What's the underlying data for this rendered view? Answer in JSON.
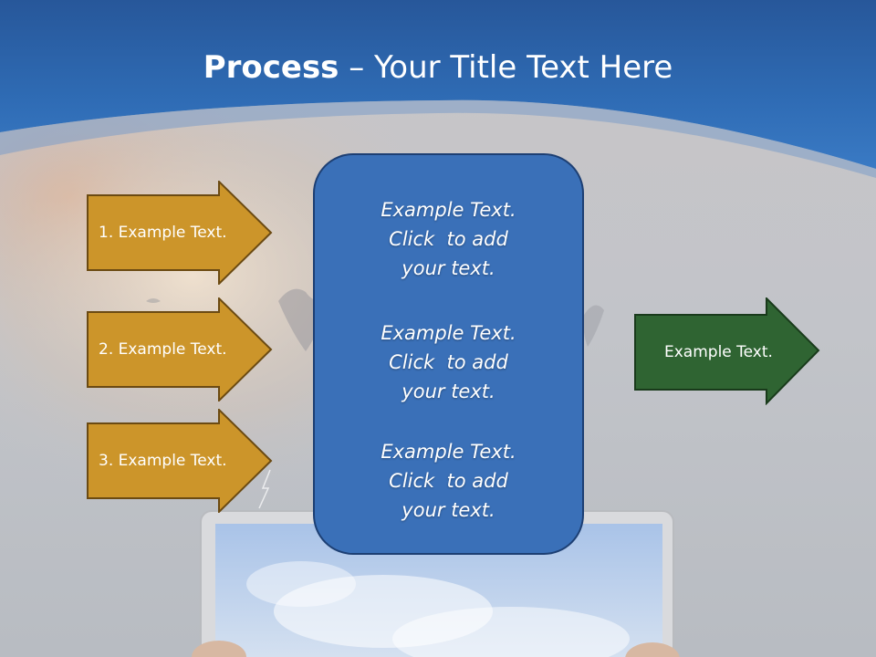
{
  "title": {
    "bold": "Process",
    "rest": " – Your Title Text Here"
  },
  "left_arrows": [
    {
      "label": "1. Example Text."
    },
    {
      "label": "2. Example Text."
    },
    {
      "label": "3. Example Text."
    }
  ],
  "center_blocks": [
    {
      "lines": [
        "Example Text.",
        "Click  to add",
        "your text."
      ]
    },
    {
      "lines": [
        "Example Text.",
        "Click  to add",
        "your text."
      ]
    },
    {
      "lines": [
        "Example Text.",
        "Click  to add",
        "your text."
      ]
    }
  ],
  "right_arrow": {
    "label": "Example Text."
  },
  "colors": {
    "header_blue": "#2f6cb3",
    "arrow_gold": "#cc952a",
    "arrow_gold_border": "#6b4a12",
    "arrow_green": "#2f6432",
    "arrow_green_border": "#193a1b",
    "center_box": "#3a70b8"
  }
}
